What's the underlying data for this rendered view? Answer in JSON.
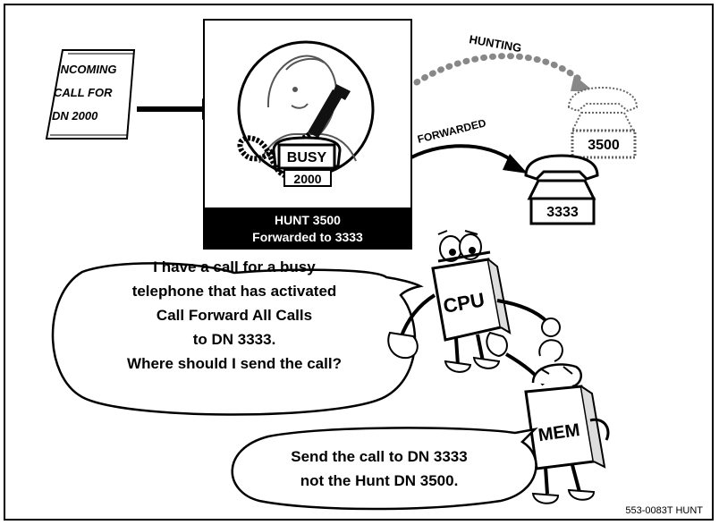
{
  "incoming_note": [
    "INCOMING",
    "CALL FOR",
    "DN 2000"
  ],
  "busy_label": "BUSY",
  "busy_dn": "2000",
  "status_bar": [
    "HUNT 3500",
    "Forwarded to 3333"
  ],
  "hunting_label": "HUNTING",
  "forwarded_label": "FORWARDED",
  "hunt_phone_dn": "3500",
  "forward_phone_dn": "3333",
  "cpu_label": "CPU",
  "mem_label": "MEM",
  "cpu_speech": [
    "I have a call for a busy",
    "telephone that has activated",
    "Call Forward All Calls",
    "to DN 3333.",
    "Where should I send the call?"
  ],
  "mem_speech": [
    "Send the call to DN 3333",
    "not the Hunt DN 3500."
  ],
  "figure_id": "553-0083T HUNT"
}
